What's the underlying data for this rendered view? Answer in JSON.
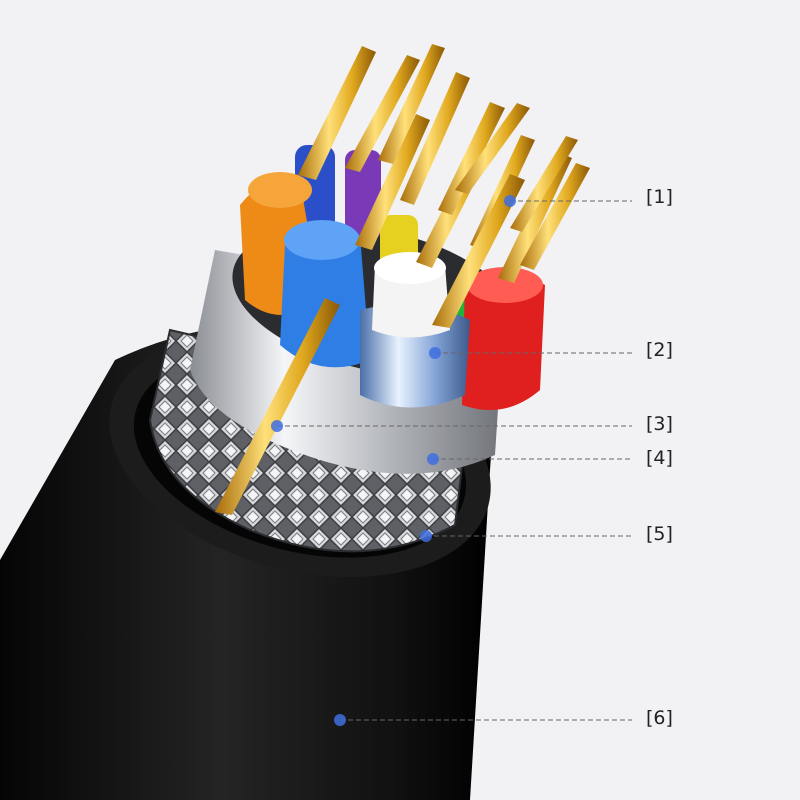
{
  "callouts": [
    {
      "id": "1",
      "label": "[1]",
      "part": "gold-plated-conductor"
    },
    {
      "id": "2",
      "label": "[2]",
      "part": "inner-foil-shield"
    },
    {
      "id": "3",
      "label": "[3]",
      "part": "drain-wire"
    },
    {
      "id": "4",
      "label": "[4]",
      "part": "aluminum-foil-shield"
    },
    {
      "id": "5",
      "label": "[5]",
      "part": "braided-shield"
    },
    {
      "id": "6",
      "label": "[6]",
      "part": "outer-jacket"
    }
  ],
  "colors": {
    "background": "#f2f2f4",
    "jacket": "#161616",
    "gold": "#e0a81e",
    "dot": "#3f6fe0",
    "leader": "#666666",
    "wire_orange": "#ee8a16",
    "wire_blue": "#2f7ee6",
    "wire_dark_blue": "#2a4fc8",
    "wire_white": "#f4f4f4",
    "wire_green": "#1fb33a",
    "wire_red": "#e0201e",
    "wire_yellow": "#e6d020",
    "wire_purple": "#7a3ab8"
  }
}
